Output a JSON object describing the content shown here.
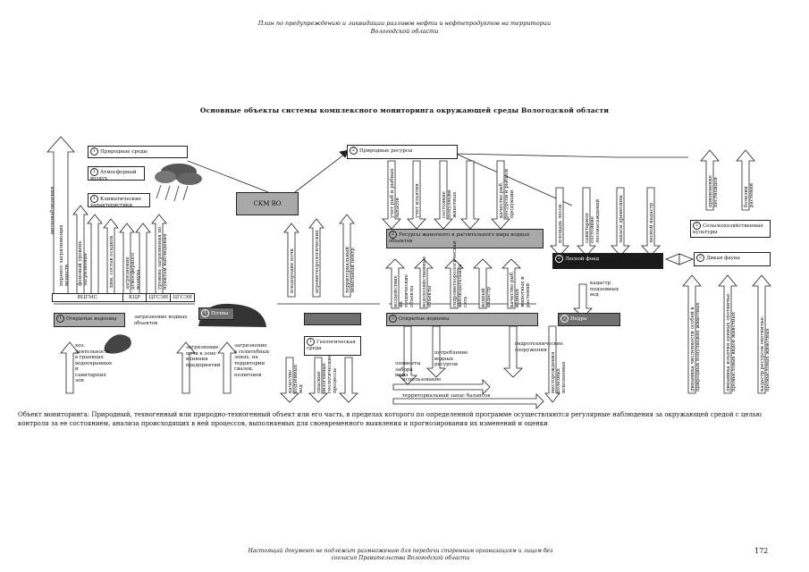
{
  "header": {
    "line1": "План по предупреждению и ликвидации разливов нефти и нефтепродуктов на территории",
    "line2": "Вологодской области"
  },
  "title": "Основные объекты системы комплексного мониторинга окружающей среды Вологодской области",
  "diagram": {
    "nodes": {
      "natural_env": {
        "num": "1",
        "label": "Природные среды"
      },
      "atmosphere": {
        "num": "1",
        "label": "Атмосферный воздух"
      },
      "climate": {
        "num": "1",
        "label": "Климатические характеристики"
      },
      "skm": {
        "label": "СКМ ВО"
      },
      "natural_resources": {
        "num": "2",
        "label": "Природные ресурсы"
      },
      "flora_fauna": {
        "num": "2",
        "label": "Ресурсы животного и растительного мира водных объектов"
      },
      "forest_fund": {
        "num": "2",
        "label": "Лесной фонд"
      },
      "agri": {
        "num": "2",
        "label": "Сельскохозяйственные культуры"
      },
      "wild_fauna": {
        "num": "2",
        "label": "Дикая фауна"
      },
      "open_water_1": {
        "num": "1",
        "label": "Открытые водоемы"
      },
      "open_water_2": {
        "num": "2",
        "label": "Открытые водоемы"
      },
      "geo_env": {
        "num": "1",
        "label": "Геологическая среда"
      },
      "subsoil": {
        "num": "2",
        "label": "Недра"
      },
      "soils": {
        "num": "1",
        "label": "Почвы"
      },
      "organizations": [
        "ВЦГМС",
        "КЦР",
        "ЦГСЭН",
        "ЦГСЭН"
      ]
    },
    "vertical_labels": {
      "met": "метеонаблюдения",
      "air_pollution": "перенос загрязняющих веществ",
      "bg_level": "фоновый уровень загрязнения",
      "precip": "хим. состав осадков",
      "pollution_level": "загрязнение атмосферного воздуха",
      "network": "уровень загрязнения по пунктам наблюдения",
      "soil_cond": "плодородие почв",
      "agro": "агрометеорологические",
      "land_cadastre": "территориальный земельный центр",
      "fish_catch": "учет рыб и рыбных запасов",
      "catch_acc": "учет изъятия",
      "state": "состояние популяций животных",
      "bio_quality": "качество рыб, ресурсов и рыбной продукции",
      "impact": "воздействие на технические объекты",
      "water_econ": "водохозяйственные объекты",
      "hydro_net": "гидрометеорологическая наблюдательная сеть",
      "water_cadastre": "водный кадастр",
      "fish_quality": "качество рыб, водных животных и растений",
      "forest_area": "площадь лесов",
      "forest_state": "санитарное состояние лесонасаждений",
      "timber": "запасы древесины",
      "forest_cadastre": "лесной кадастр",
      "pesticides": "применение пестицидов",
      "crop_disease": "болезни растений",
      "wild_dyn": "динамика численности особей в природных популяциях животных",
      "wild_harvest": "динамика изъятия ценных охотничье-промысловых видов животных",
      "game_res": "кадастр ресурсов охотничье-промысловых животных",
      "mineral": "месторождения полезных ископаемых",
      "water_level": "качество подземных вод",
      "geo_hazard": "опасные экзогенные геологические процессы"
    },
    "bottom_labels": {
      "water_users": "хоз. деятельность в границах водоохранных и санитарных зон",
      "water_pollution": "загрязнение водных объектов",
      "soil_pollution": "загрязнение почв в зоне влияния предприятий",
      "dump_pollution": "загрязнение в селитебных зонах, на территории свалок, полигонов",
      "water_intake": "элементы забора воды",
      "water_use": "использование",
      "hydrotech": "гидротехнические сооружения",
      "water_resource": "потребление водных ресурсов",
      "terr_balance": "территориальный запас балансов",
      "groundwater": "кадастр подземных вод"
    }
  },
  "definition": "Объект мониторинга: Природный, техногенный или природно-техногенный объект или его часть, в пределах которого по определенной программе осуществляются регулярные наблюдения за окружающей средой с целью контроля за ее состоянием, анализа происходящих в ней процессов, выполняемых для своевременного выявления и прогнозирования их изменений и оценки",
  "footer": {
    "line1": "Настоящий документ не подлежит размножению для передачи сторонним организациям и лицам без",
    "line2": "согласия Правительства Вологодской области"
  },
  "page_number": "172"
}
